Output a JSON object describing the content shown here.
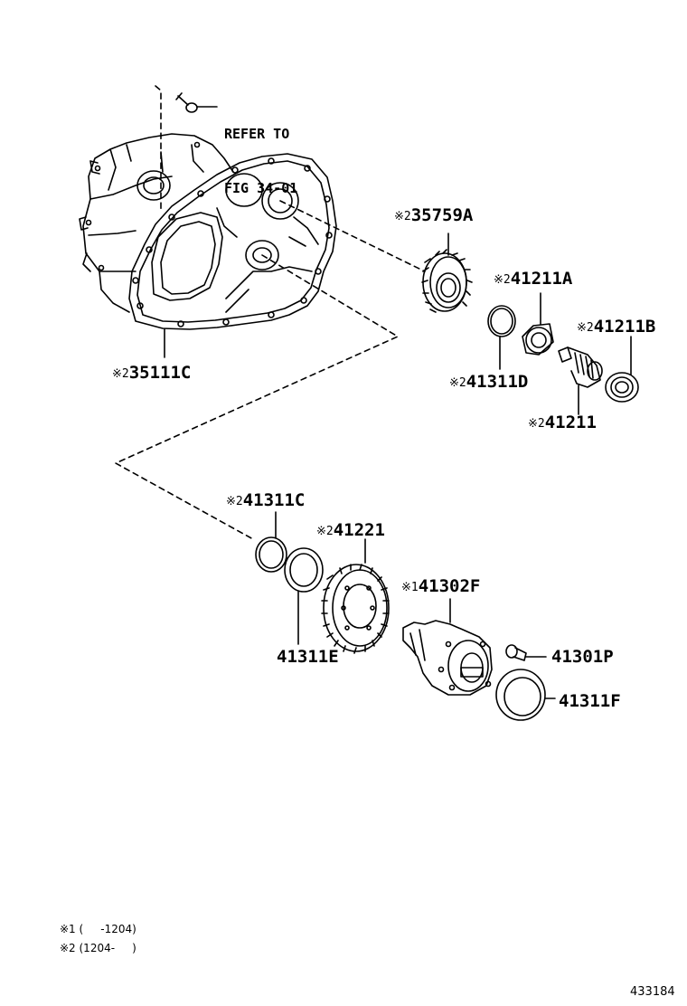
{
  "refer": {
    "line1": "REFER TO",
    "line2": "FIG 34-01"
  },
  "parts": {
    "case": {
      "mark": "※2",
      "num": "35111C"
    },
    "gear_35759a": {
      "mark": "※2",
      "num": "35759A"
    },
    "brg_41211a": {
      "mark": "※2",
      "num": "41211A"
    },
    "brg_41211b": {
      "mark": "※2",
      "num": "41211B"
    },
    "ring_41311d": {
      "mark": "※2",
      "num": "41311D"
    },
    "pinion_41211": {
      "mark": "※2",
      "num": "41211"
    },
    "ring_41311c": {
      "mark": "※2",
      "num": "41311C"
    },
    "gear_41221": {
      "mark": "※2",
      "num": "41221"
    },
    "diff_41302f": {
      "mark": "※1",
      "num": "41302F"
    },
    "seal_41311e": {
      "mark": "",
      "num": "41311E"
    },
    "bolt_41301p": {
      "mark": "",
      "num": "41301P"
    },
    "seal_41311f": {
      "mark": "",
      "num": "41311F"
    }
  },
  "notes": {
    "note1": "※1 (     -1204)",
    "note2": "※2 (1204-     )"
  },
  "figure_number": "433184"
}
